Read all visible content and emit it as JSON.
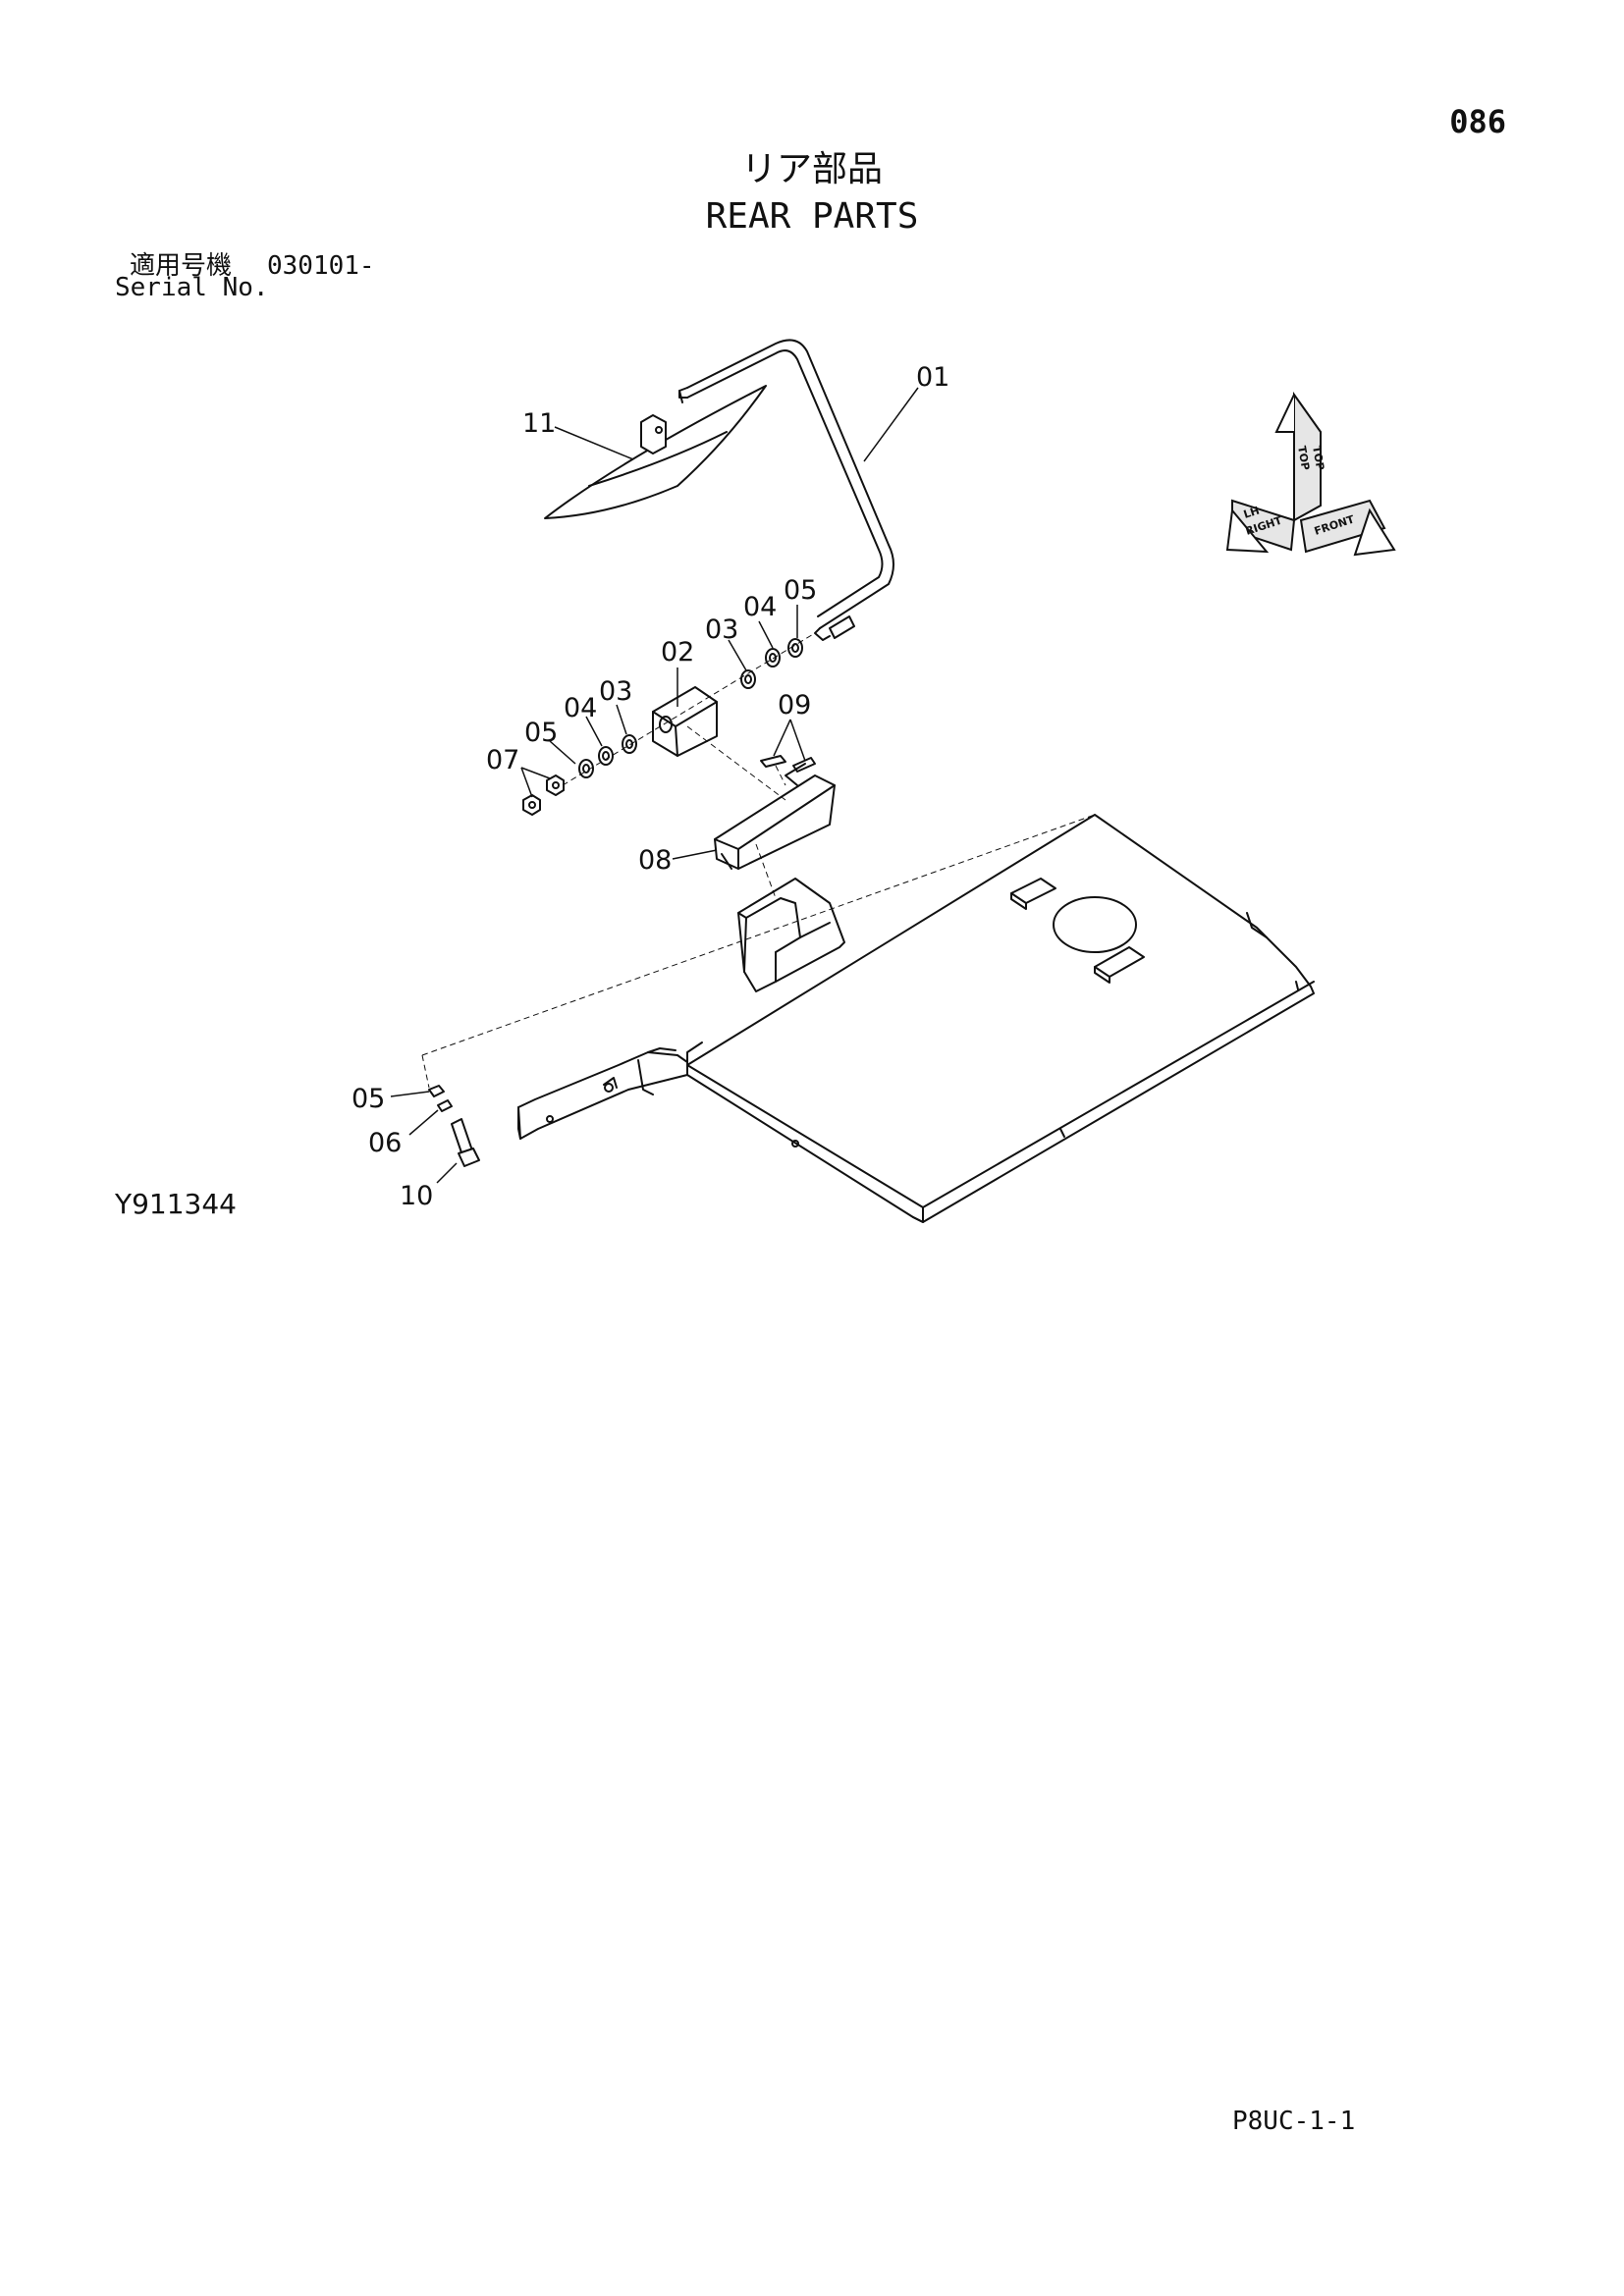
{
  "header": {
    "page_number": "086",
    "title_ja": "リア部品",
    "title_en": "REAR PARTS",
    "serial_label_ja": "適用号機",
    "serial_range": "030101-",
    "serial_label_en": "Serial No."
  },
  "orientation": {
    "top": "TOP",
    "top2": "TOP",
    "left": "LH",
    "right": "RIGHT",
    "front": "FRONT"
  },
  "callouts": [
    "01",
    "11",
    "02",
    "03",
    "04",
    "05",
    "03",
    "04",
    "05",
    "07",
    "09",
    "08",
    "05",
    "06",
    "10"
  ],
  "footer": {
    "drawing_number": "Y911344",
    "sheet_code": "P8UC-1-1"
  }
}
